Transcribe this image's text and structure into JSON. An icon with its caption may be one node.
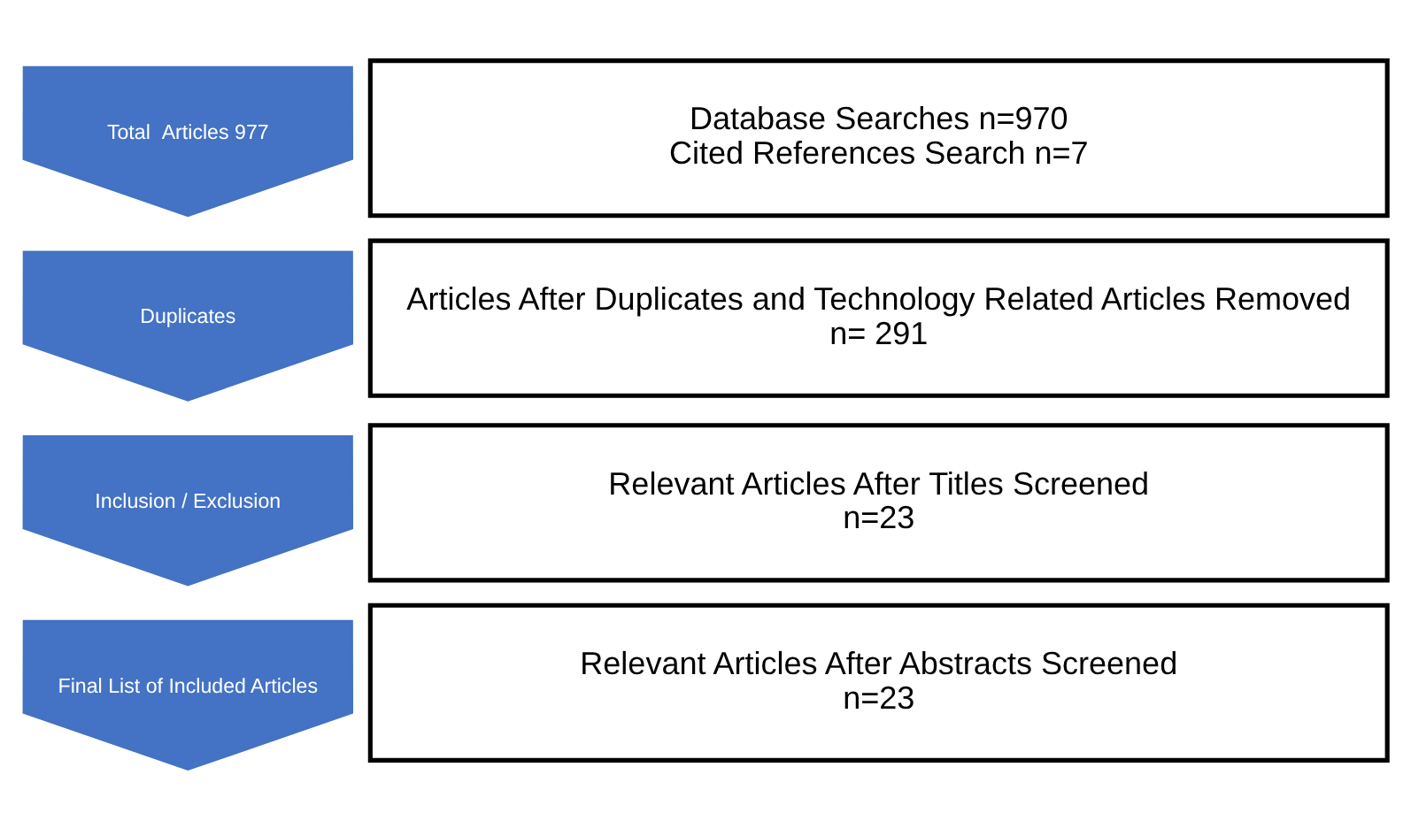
{
  "diagram": {
    "nodes": [
      {
        "text": [
          "Total  Articles 977"
        ]
      },
      {
        "text": [
          "Duplicates"
        ]
      },
      {
        "text": [
          "Inclusion / Exclusion"
        ]
      },
      {
        "text": [
          "Final List of Included Articles"
        ]
      },
      {
        "text": [
          "Database Searches n=970",
          "Cited References Search n=7"
        ]
      },
      {
        "text": [
          "Articles After Duplicates and Technology Related Articles Removed",
          "n= 291"
        ]
      },
      {
        "text": [
          "Relevant Articles After Titles Screened",
          "n=23"
        ]
      },
      {
        "text": [
          "Relevant Articles After Abstracts Screened",
          "n=23"
        ]
      }
    ]
  }
}
